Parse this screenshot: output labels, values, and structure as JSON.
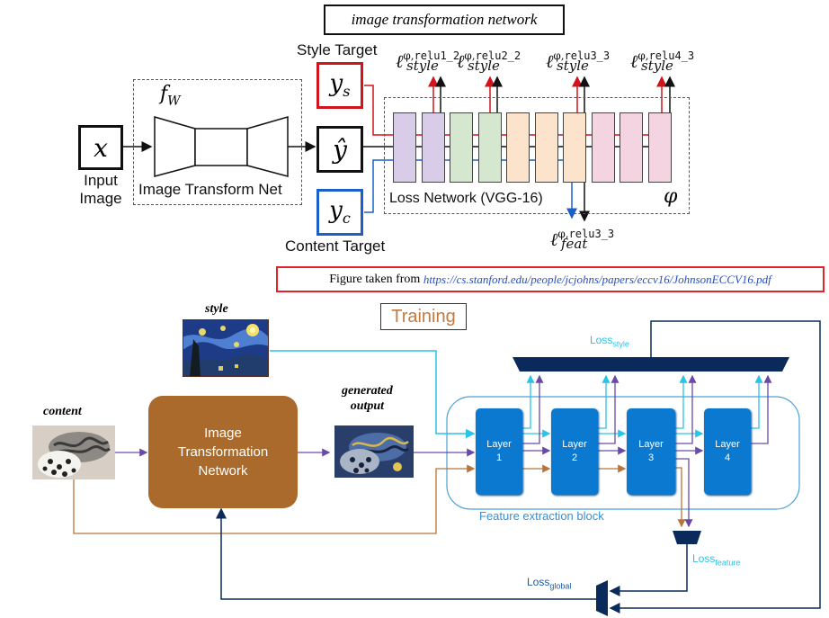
{
  "top": {
    "title": "image transformation network",
    "style_target_label": "Style Target",
    "content_target_label": "Content Target",
    "input_label_line1": "Input",
    "input_label_line2": "Image",
    "transform_net_label": "Image Transform Net",
    "fw_symbol": "fW",
    "x_symbol": "x",
    "ys_symbol": "ys",
    "yhat_symbol": "ŷ",
    "yc_symbol": "yc",
    "loss_network_label": "Loss Network (VGG-16)",
    "phi_symbol": "φ",
    "style_losses": [
      {
        "layer": "relu1_2",
        "sub": "style"
      },
      {
        "layer": "relu2_2",
        "sub": "style"
      },
      {
        "layer": "relu3_3",
        "sub": "style"
      },
      {
        "layer": "relu4_3",
        "sub": "style"
      }
    ],
    "feat_loss": {
      "layer": "relu3_3",
      "sub": "feat"
    },
    "vgg_block_colors": [
      "#d8cce8",
      "#d8cce8",
      "#d5e8cf",
      "#d5e8cf",
      "#fbe3cc",
      "#fbe3cc",
      "#fbe3cc",
      "#f3d4e0",
      "#f3d4e0",
      "#f3d4e0"
    ]
  },
  "citation": {
    "prefix": "Figure taken from",
    "url": "https://cs.stanford.edu/people/jcjohns/papers/eccv16/JohnsonECCV16.pdf"
  },
  "bottom": {
    "title": "Training",
    "style_label": "style",
    "content_label": "content",
    "generated_label_line1": "generated",
    "generated_label_line2": "output",
    "network_label": "Image Transformation Network",
    "loss_style": "Loss",
    "loss_style_sub": "style",
    "loss_feature": "Loss",
    "loss_feature_sub": "feature",
    "loss_global": "Loss",
    "loss_global_sub": "global",
    "feature_block_label": "Feature extraction block",
    "layers": [
      {
        "line1": "Layer",
        "line2": "1"
      },
      {
        "line1": "Layer",
        "line2": "2"
      },
      {
        "line1": "Layer",
        "line2": "3"
      },
      {
        "line1": "Layer",
        "line2": "4"
      }
    ],
    "colors": {
      "navy": "#0b2a5c",
      "cyan": "#29c3e6",
      "purple": "#6a4aa8",
      "brown": "#b8743a",
      "network": "#a96a2c",
      "layer": "#0a79cf",
      "box_border": "#4aa0d8"
    }
  }
}
